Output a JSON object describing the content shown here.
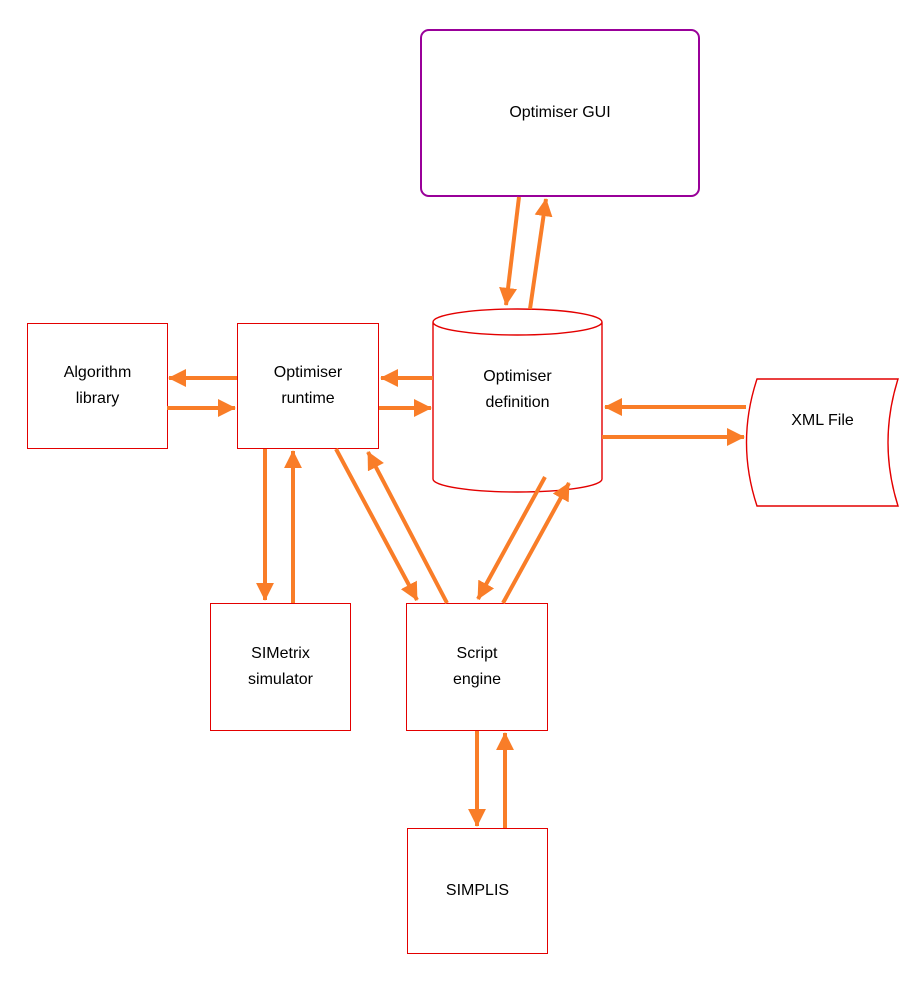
{
  "colors": {
    "box_border_red": "#e30000",
    "gui_border_purple": "#990099",
    "arrow_orange": "#f97d28",
    "text": "#000000",
    "background": "#ffffff"
  },
  "nodes": {
    "gui": {
      "label": "Optimiser GUI",
      "shape": "rounded-rect"
    },
    "library": {
      "line1": "Algorithm",
      "line2": "library",
      "shape": "rect"
    },
    "runtime": {
      "line1": "Optimiser",
      "line2": "runtime",
      "shape": "rect"
    },
    "definition": {
      "line1": "Optimiser",
      "line2": "definition",
      "shape": "cylinder"
    },
    "xml": {
      "label": "XML File",
      "shape": "stored-data"
    },
    "simetrix": {
      "line1": "SIMetrix",
      "line2": "simulator",
      "shape": "rect"
    },
    "script": {
      "line1": "Script",
      "line2": "engine",
      "shape": "rect"
    },
    "simplis": {
      "label": "SIMPLIS",
      "shape": "rect"
    }
  },
  "edges": [
    {
      "from": "gui",
      "to": "definition"
    },
    {
      "from": "definition",
      "to": "gui"
    },
    {
      "from": "runtime",
      "to": "library"
    },
    {
      "from": "library",
      "to": "runtime"
    },
    {
      "from": "definition",
      "to": "runtime"
    },
    {
      "from": "runtime",
      "to": "definition"
    },
    {
      "from": "xml",
      "to": "definition"
    },
    {
      "from": "definition",
      "to": "xml"
    },
    {
      "from": "runtime",
      "to": "simetrix"
    },
    {
      "from": "simetrix",
      "to": "runtime"
    },
    {
      "from": "runtime",
      "to": "script"
    },
    {
      "from": "script",
      "to": "runtime"
    },
    {
      "from": "definition",
      "to": "script"
    },
    {
      "from": "script",
      "to": "definition"
    },
    {
      "from": "script",
      "to": "simplis"
    },
    {
      "from": "simplis",
      "to": "script"
    }
  ]
}
